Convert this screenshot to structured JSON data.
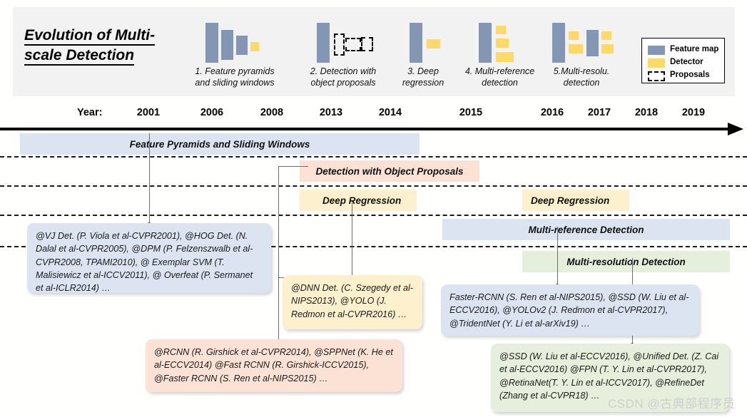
{
  "header": {
    "title_line1": "Evolution of Multi-",
    "title_line2": "scale Detection",
    "diagrams": [
      {
        "caption_l1": "1. Feature pyramids",
        "caption_l2": "and sliding windows"
      },
      {
        "caption_l1": "2. Detection with",
        "caption_l2": "object proposals"
      },
      {
        "caption_l1": "3. Deep",
        "caption_l2": "regression"
      },
      {
        "caption_l1": "4. Multi-reference",
        "caption_l2": "detection"
      },
      {
        "caption_l1": "5.Multi-resolu.",
        "caption_l2": "detection"
      }
    ],
    "legend": [
      {
        "label": "Feature map",
        "color": "#8396b4",
        "style": "solid"
      },
      {
        "label": "Detector",
        "color": "#ffd965",
        "style": "solid"
      },
      {
        "label": "Proposals",
        "color": "#ffffff",
        "style": "dashed"
      }
    ]
  },
  "timeline": {
    "axis_caption": "Year:",
    "years": [
      "2001",
      "2006",
      "2008",
      "2013",
      "2014",
      "2015",
      "2016",
      "2017",
      "2018",
      "2019"
    ]
  },
  "bands": [
    {
      "label": "Feature Pyramids and Sliding Windows",
      "color": "#dce4f2"
    },
    {
      "label": "Detection with Object Proposals",
      "color": "#fbe2d5"
    },
    {
      "label": "Deep Regression",
      "color": "#fdf0cd"
    },
    {
      "label": "Deep Regression",
      "color": "#fdf0cd"
    },
    {
      "label": "Multi-reference Detection",
      "color": "#dce4f2"
    },
    {
      "label": "Multi-resolution Detection",
      "color": "#e6efdc"
    }
  ],
  "notes": [
    {
      "id": "note-feature-pyramids",
      "text": "@VJ Det. (P. Viola et al-CVPR2001), @HOG Det. (N. Dalal et al-CVPR2005), @DPM (P. Felzenszwalb et al-CVPR2008, TPAMI2010), @ Exemplar SVM (T. Malisiewicz et al-ICCV2011), @ Overfeat (P. Sermanet et al-ICLR2014) …",
      "color": "#dce4f2"
    },
    {
      "id": "note-deep-regression",
      "text": "@DNN Det. (C. Szegedy et al-NIPS2013), @YOLO (J. Redmon et al-CVPR2016) …",
      "color": "#fdf0cd"
    },
    {
      "id": "note-object-proposals",
      "text": "@RCNN (R. Girshick et al-CVPR2014), @SPPNet (K. He et al-ECCV2014) @Fast RCNN (R. Girshick-ICCV2015), @Faster RCNN (S. Ren et al-NIPS2015) …",
      "color": "#fbe2d5"
    },
    {
      "id": "note-multi-reference",
      "text": "Faster-RCNN (S. Ren et al-NIPS2015), @SSD (W. Liu et al-ECCV2016),  @YOLOv2 (J. Redmon et al-CVPR2017), @TridentNet (Y. Li et al-arXiv19) …",
      "color": "#dce4f2"
    },
    {
      "id": "note-multi-resolution",
      "text": "@SSD (W. Liu et al-ECCV2016), @Unified Det. (Z. Cai et al-ECCV2016) @FPN (T. Y. Lin et al-CVPR2017), @RetinaNet(T. Y. Lin et al-ICCV2017), @RefineDet (Zhang et al-CVPR18) …",
      "color": "#e6efdc"
    }
  ],
  "watermark": "CSDN @古典部程序员"
}
